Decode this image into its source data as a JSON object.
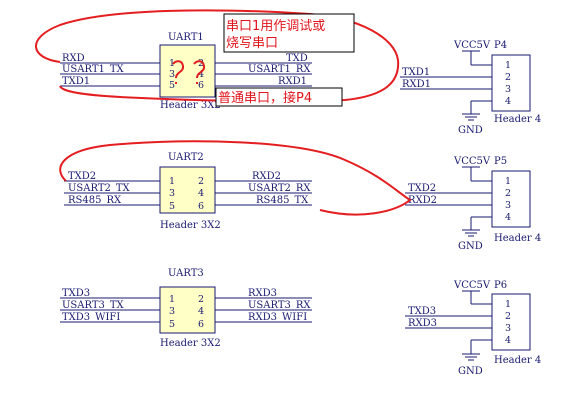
{
  "uart1": {
    "title": "UART1",
    "footer": "Header 3X2",
    "left_nets": [
      "RXD",
      "USART1_TX",
      "TXD1"
    ],
    "right_nets": [
      "TXD",
      "USART1_RX",
      "RXD1"
    ],
    "pins_left": [
      "1",
      "3",
      "5"
    ],
    "pins_right": [
      "2",
      "4",
      "6"
    ]
  },
  "uart2": {
    "title": "UART2",
    "footer": "Header 3X2",
    "left_nets": [
      "TXD2",
      "USART2_TX",
      "RS485_RX"
    ],
    "right_nets": [
      "RXD2",
      "USART2_RX",
      "RS485_TX"
    ],
    "pins_left": [
      "1",
      "3",
      "5"
    ],
    "pins_right": [
      "2",
      "4",
      "6"
    ]
  },
  "uart3": {
    "title": "UART3",
    "footer": "Header 3X2",
    "left_nets": [
      "TXD3",
      "USART3_TX",
      "TXD3_WIFI"
    ],
    "right_nets": [
      "RXD3",
      "USART3_RX",
      "RXD3_WIFI"
    ],
    "pins_left": [
      "1",
      "3",
      "5"
    ],
    "pins_right": [
      "2",
      "4",
      "6"
    ]
  },
  "p4": {
    "ref": "P4",
    "vcc": "VCC5V",
    "gnd": "GND",
    "footer": "Header 4",
    "pins": [
      "1",
      "2",
      "3",
      "4"
    ],
    "nets": [
      "TXD1",
      "RXD1"
    ]
  },
  "p5": {
    "ref": "P5",
    "vcc": "VCC5V",
    "gnd": "GND",
    "footer": "Header 4",
    "pins": [
      "1",
      "2",
      "3",
      "4"
    ],
    "nets": [
      "TXD2",
      "RXD2"
    ]
  },
  "p6": {
    "ref": "P6",
    "vcc": "VCC5V",
    "gnd": "GND",
    "footer": "Header 4",
    "pins": [
      "1",
      "2",
      "3",
      "4"
    ],
    "nets": [
      "TXD3",
      "RXD3"
    ]
  },
  "annotations": {
    "note1_line1": "串口1用作调试或",
    "note1_line2": "烧写串口",
    "note2": "普通串口，接P4"
  }
}
